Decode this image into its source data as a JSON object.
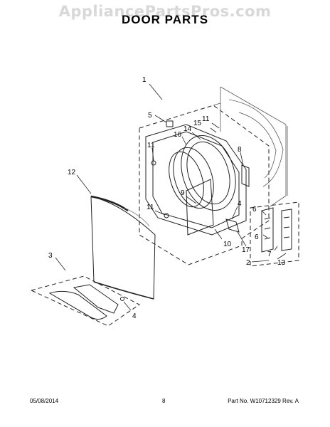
{
  "watermark": "AppliancePartsPros.com",
  "title": "DOOR PARTS",
  "callouts": [
    {
      "id": "c1",
      "label": "1"
    },
    {
      "id": "c5",
      "label": "5"
    },
    {
      "id": "c11a",
      "label": "11"
    },
    {
      "id": "c15",
      "label": "15"
    },
    {
      "id": "c14",
      "label": "14"
    },
    {
      "id": "c16",
      "label": "16"
    },
    {
      "id": "c11b",
      "label": "11"
    },
    {
      "id": "c8",
      "label": "8"
    },
    {
      "id": "c12",
      "label": "12"
    },
    {
      "id": "c9",
      "label": "9"
    },
    {
      "id": "c11c",
      "label": "11"
    },
    {
      "id": "c4a",
      "label": "4"
    },
    {
      "id": "c10",
      "label": "10"
    },
    {
      "id": "c17",
      "label": "17"
    },
    {
      "id": "c6a",
      "label": "6"
    },
    {
      "id": "c6b",
      "label": "6"
    },
    {
      "id": "c7",
      "label": "7"
    },
    {
      "id": "c2",
      "label": "2"
    },
    {
      "id": "c13",
      "label": "13"
    },
    {
      "id": "c3",
      "label": "3"
    },
    {
      "id": "c4b",
      "label": "4"
    }
  ],
  "footer": {
    "date": "05/08/2014",
    "page": "8",
    "part": "Part No. W10712329  Rev. A"
  }
}
